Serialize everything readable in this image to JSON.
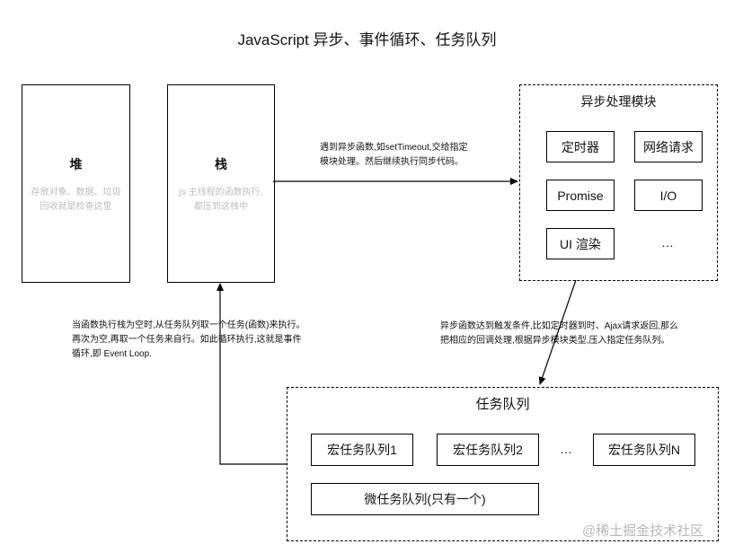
{
  "title": "JavaScript 异步、事件循环、任务队列",
  "heap": {
    "label": "堆",
    "desc_line1": "存放对象、数据、垃圾",
    "desc_line2": "回收就是检查这里"
  },
  "stack": {
    "label": "栈",
    "desc_line1": "js 主线程的函数执行,",
    "desc_line2": "都压到这栈中"
  },
  "async_module": {
    "title": "异步处理模块",
    "items": [
      "定时器",
      "网络请求",
      "Promise",
      "I/O",
      "UI 渲染",
      "…"
    ]
  },
  "note_to_async": {
    "line1": "遇到异步函数,如setTimeout,交给指定",
    "line2": "模块处理。然后继续执行同步代码。"
  },
  "note_to_queue": {
    "line1": "异步函数达到触发条件,比如定时器到时、Ajax请求返回,那么",
    "line2": "把相应的回调处理,根据异步模块类型,压入指定任务队列。"
  },
  "note_event_loop": {
    "line1": "当函数执行栈为空时,从任务队列取一个任务(函数)来执行。",
    "line2": "再次为空,再取一个任务来自行。如此循环执行,这就是事件",
    "line3": "循环,即 Event Loop."
  },
  "task_queue": {
    "title": "任务队列",
    "macro": [
      "宏任务队列1",
      "宏任务队列2",
      "宏任务队列N"
    ],
    "ellipsis": "…",
    "micro": "微任务队列(只有一个)"
  },
  "watermark": "@稀土掘金技术社区"
}
